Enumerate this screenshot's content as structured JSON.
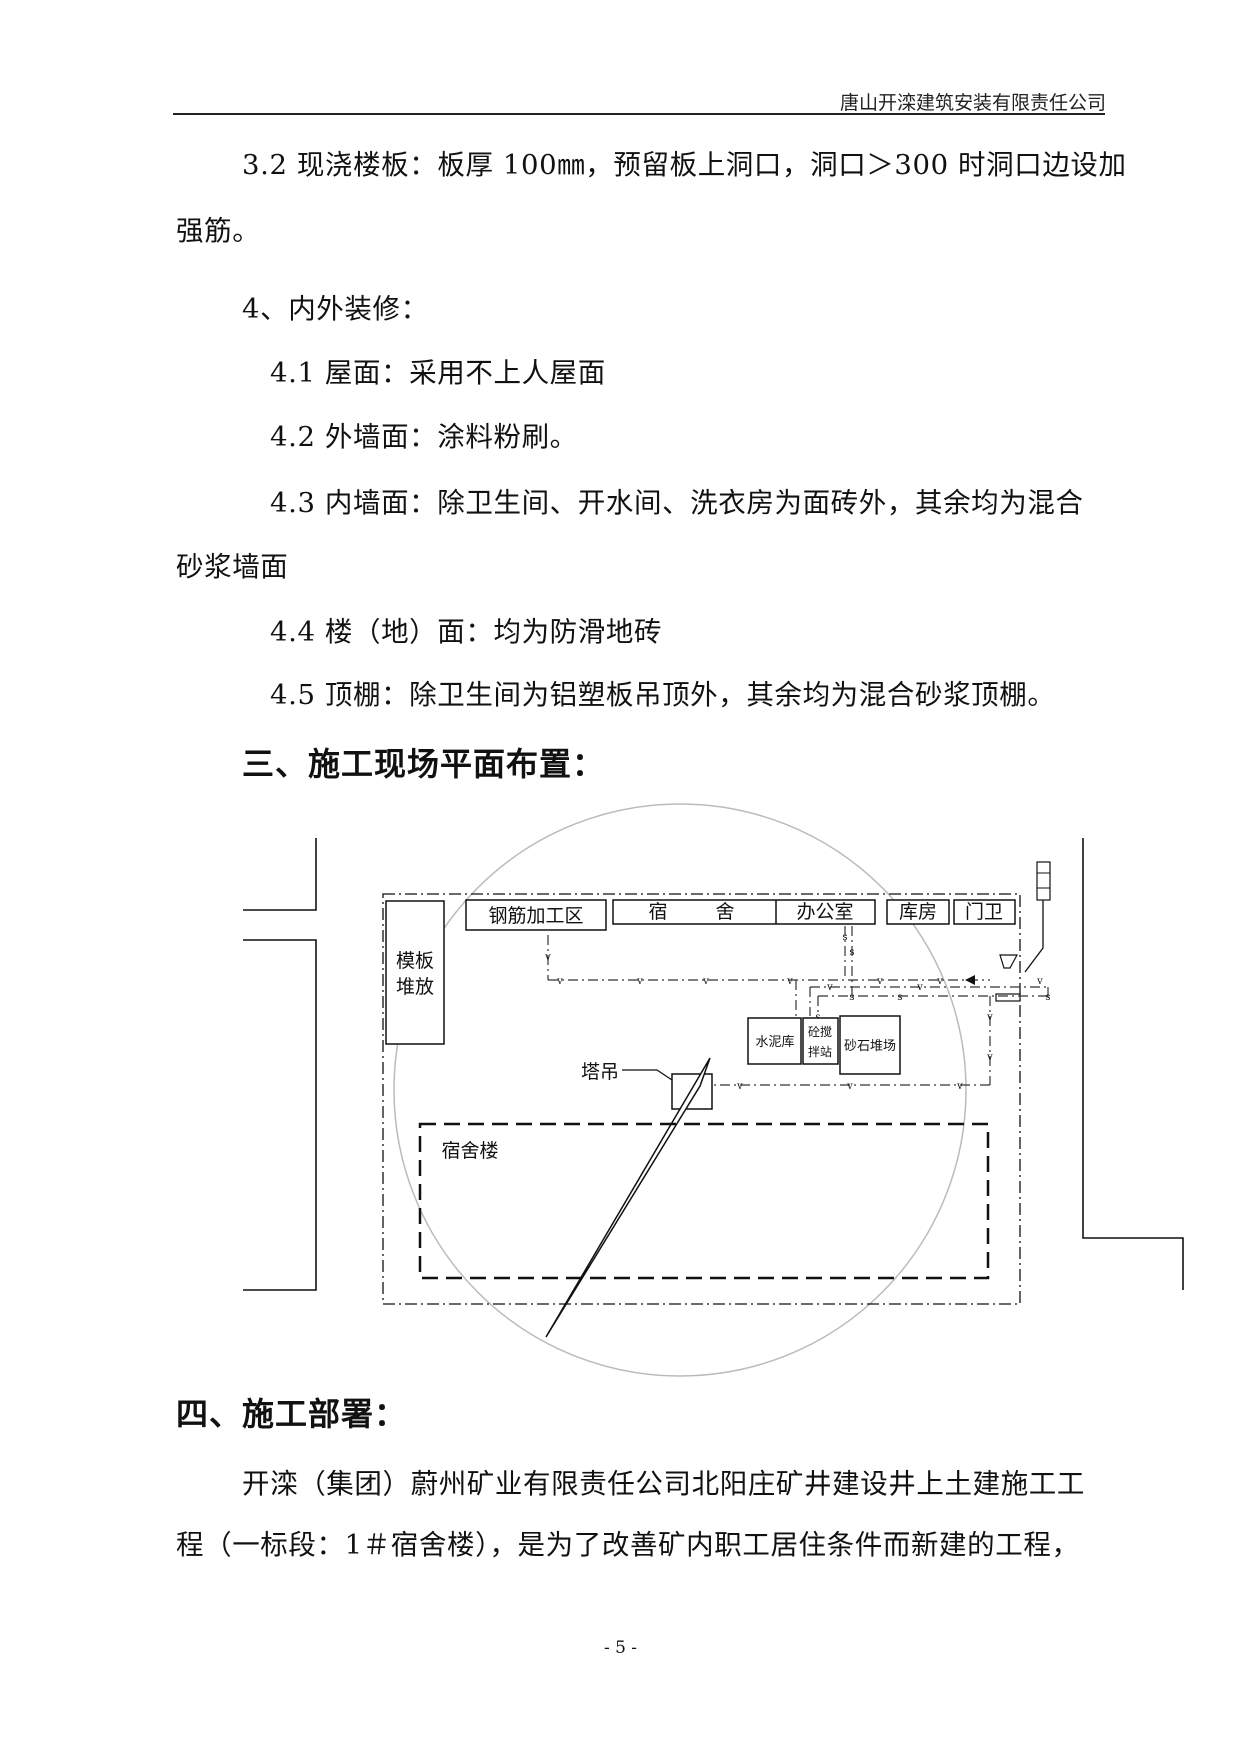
{
  "header": {
    "company": "唐山开滦建筑安装有限责任公司"
  },
  "body": {
    "p1_line1": "3.2 现浇楼板：板厚 100㎜，预留板上洞口，洞口＞300 时洞口边设加",
    "p1_line2": "强筋。",
    "p2": "4、内外装修：",
    "p3": "4.1 屋面：采用不上人屋面",
    "p4": "4.2 外墙面：涂料粉刷。",
    "p5_line1": "4.3 内墙面：除卫生间、开水间、洗衣房为面砖外，其余均为混合",
    "p5_line2": "砂浆墙面",
    "p6": "4.4 楼（地）面：均为防滑地砖",
    "p7": "4.5 顶棚：除卫生间为铝塑板吊顶外，其余均为混合砂浆顶棚。",
    "heading3": "三、施工现场平面布置：",
    "heading4": "四、施工部署：",
    "p8_line1": "开滦（集团）蔚州矿业有限责任公司北阳庄矿井建设井上土建施工工",
    "p8_line2": "程（一标段：1＃宿舍楼），是为了改善矿内职工居住条件而新建的工程，"
  },
  "site_plan": {
    "formwork_label_1": "模板",
    "formwork_label_2": "堆放",
    "rebar_area": "钢筋加工区",
    "dorm_temp_1": "宿",
    "dorm_temp_2": "舍",
    "office": "办公室",
    "warehouse": "库房",
    "gatehouse": "门卫",
    "cement_store": "水泥库",
    "mixing_1": "砼搅",
    "mixing_2": "拌站",
    "aggregate_yard": "砂石堆场",
    "tower_crane": "塔吊",
    "dorm_building": "宿舍楼",
    "pipe_v": "v",
    "pipe_s": "s"
  },
  "footer": {
    "page": "- 5 -"
  }
}
